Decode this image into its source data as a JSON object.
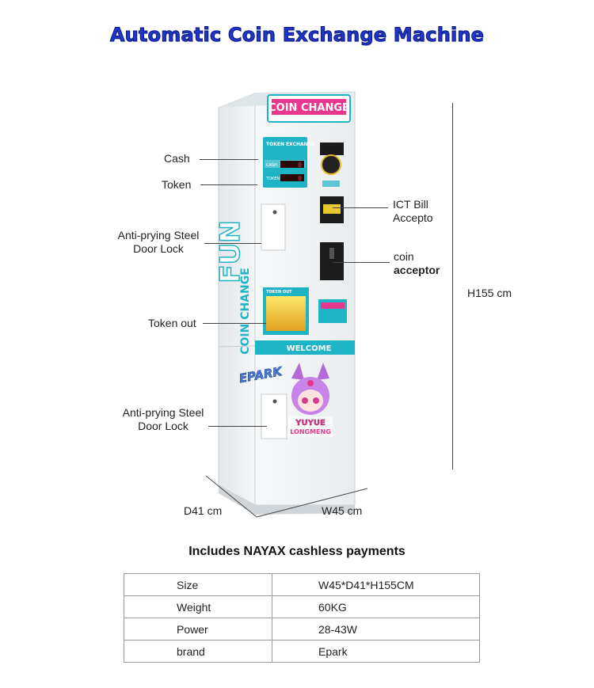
{
  "header": {
    "title": "Automatic Coin Exchange Machine"
  },
  "machine": {
    "sign_text": "COIN CHANGE",
    "side_text_big": "FUN",
    "side_text_small": "COIN CHANGE",
    "panel_title": "TOKEN EXCHANGE",
    "display_cash_label": "CASH",
    "display_token_label": "TOKEN",
    "display_value": "0",
    "token_out_tag": "TOKEN OUT",
    "welcome_text": "WELCOME",
    "brand_logo": "EPARK",
    "character_name_top": "YUYUE",
    "character_name_bottom": "LONGMENG"
  },
  "labels": {
    "cash": "Cash",
    "token": "Token",
    "door_lock_upper_line1": "Anti-prying Steel",
    "door_lock_upper_line2": "Door Lock",
    "token_out": "Token out",
    "door_lock_lower_line1": "Anti-prying Steel",
    "door_lock_lower_line2": "Door Lock",
    "bill_acceptor_line1": "ICT Bill",
    "bill_acceptor_line2": "Accepto",
    "coin_acceptor_line1": "coin",
    "coin_acceptor_line2": "acceptor",
    "height": "H155 cm",
    "depth": "D41 cm",
    "width": "W45 cm"
  },
  "subtitle": "Includes NAYAX cashless payments",
  "specs": {
    "rows": [
      {
        "key": "Size",
        "value": "W45*D41*H155CM"
      },
      {
        "key": "Weight",
        "value": "60KG"
      },
      {
        "key": "Power",
        "value": "28-43W"
      },
      {
        "key": "brand",
        "value": "Epark"
      }
    ]
  },
  "colors": {
    "title": "#1f36c9",
    "accent": "#1fb3c6",
    "sign": "#e8388e",
    "body": "#f2f4f6"
  }
}
